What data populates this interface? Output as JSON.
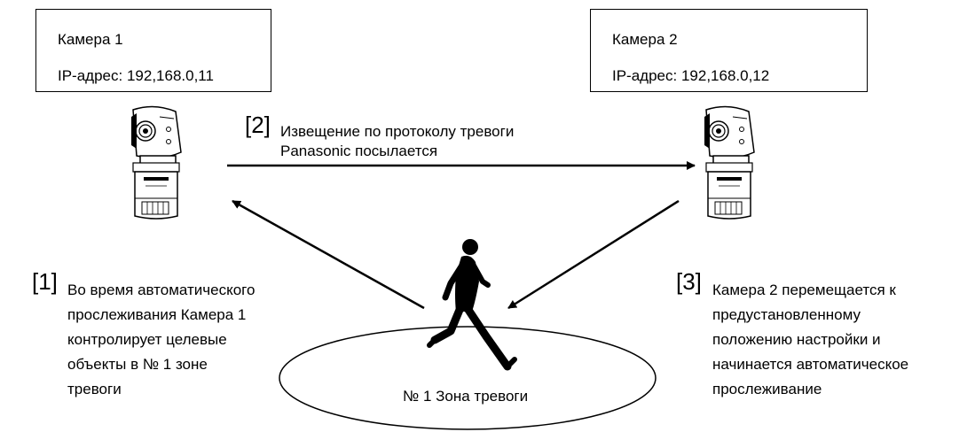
{
  "camera1": {
    "name": "Камера 1",
    "ip": "IP-адрес: 192,168.0,11"
  },
  "camera2": {
    "name": "Камера 2",
    "ip": "IP-адрес: 192,168.0,12"
  },
  "step2": {
    "num": "[2]",
    "line1": "Извещение по протоколу тревоги",
    "line2": "Panasonic посылается"
  },
  "step1": {
    "num": "[1]",
    "lines": [
      "Во время автоматического",
      "прослеживания Камера 1",
      "контролирует целевые",
      "объекты в № 1 зоне",
      "тревоги"
    ]
  },
  "step3": {
    "num": "[3]",
    "lines": [
      "Камера 2 перемещается к",
      "предустановленному",
      "положению настройки и",
      "начинается автоматическое",
      "прослеживание"
    ]
  },
  "zone": {
    "label": "№ 1 Зона тревоги"
  },
  "icons": {
    "camera": "ptz-camera-icon",
    "person": "running-person-icon"
  }
}
